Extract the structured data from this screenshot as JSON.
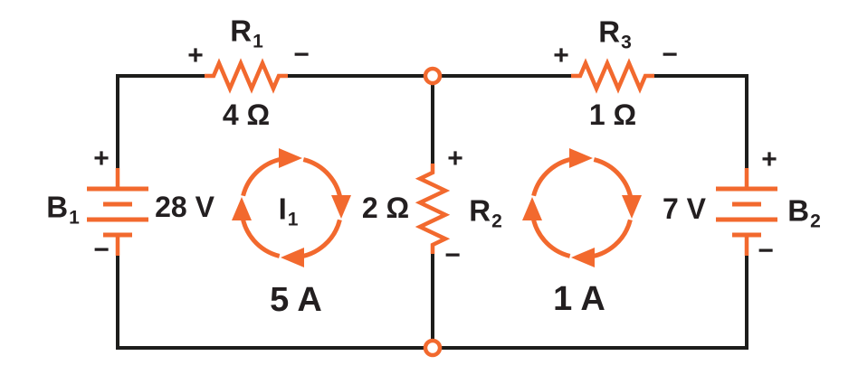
{
  "colors": {
    "accent_orange": "#F2692E",
    "wire_black": "#1D1D1B",
    "text_black": "#231F20",
    "background": "#FFFFFF"
  },
  "components": {
    "b1": {
      "label": "B",
      "label_sub": "1",
      "value": "28 V",
      "plus": "+",
      "minus": "−"
    },
    "b2": {
      "label": "B",
      "label_sub": "2",
      "value": "7 V",
      "plus": "+",
      "minus": "−"
    },
    "r1": {
      "label": "R",
      "label_sub": "1",
      "value": "4 Ω",
      "plus": "+",
      "minus": "−"
    },
    "r2": {
      "label": "R",
      "label_sub": "2",
      "value": "2 Ω",
      "plus": "+",
      "minus": "−"
    },
    "r3": {
      "label": "R",
      "label_sub": "3",
      "value": "1 Ω",
      "plus": "+",
      "minus": "−"
    },
    "mesh1": {
      "label": "I",
      "label_sub": "1",
      "value": "5 A"
    },
    "mesh2": {
      "value": "1 A"
    }
  }
}
